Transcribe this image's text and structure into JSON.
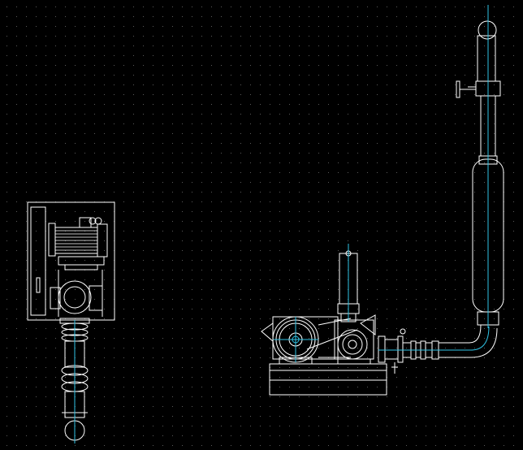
{
  "canvas": {
    "background": "#000000",
    "grid_color": "#5a5a5a",
    "line_color": "#ffffff",
    "centerline_color": "#2fc4e6",
    "grid": true
  },
  "drawing": {
    "views": [
      {
        "name": "side-view",
        "components": [
          "motor",
          "blower",
          "base-frame",
          "bellows-coupling",
          "discharge-pipe"
        ]
      },
      {
        "name": "front-view",
        "components": [
          "base-frame",
          "blower",
          "motor",
          "belt-drive",
          "silencer",
          "check-valve",
          "elbow",
          "vertical-riser",
          "flange"
        ]
      }
    ]
  }
}
